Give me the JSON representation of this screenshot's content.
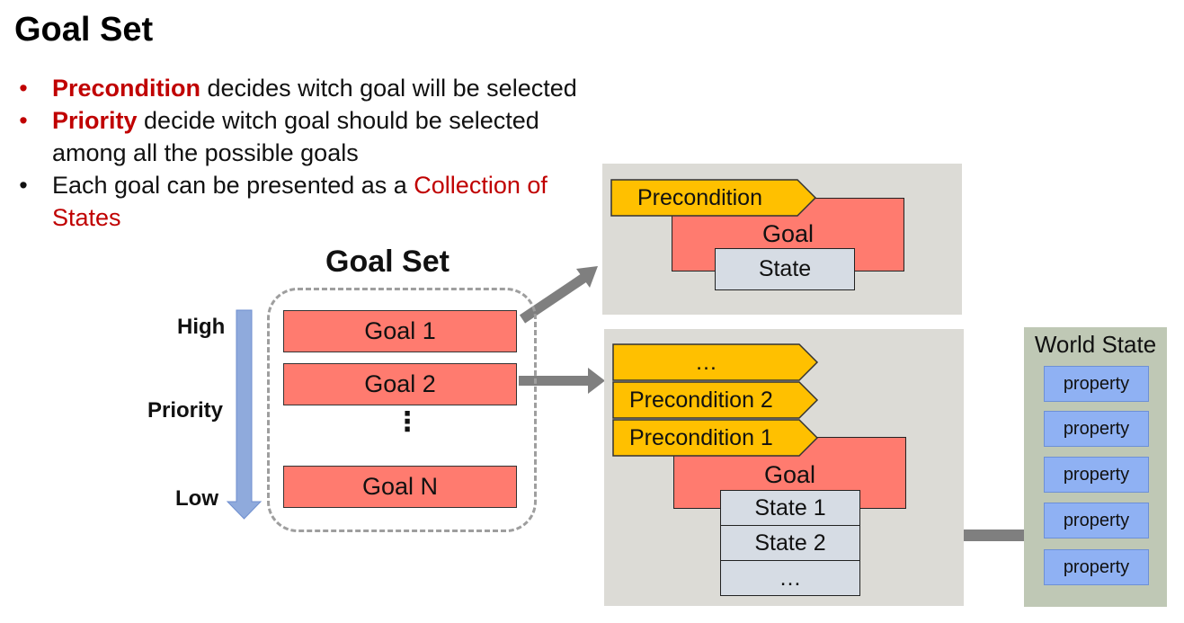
{
  "title": "Goal Set",
  "bullets": [
    {
      "highlight": "Precondition",
      "text": " decides witch goal will be selected"
    },
    {
      "highlight": "Priority",
      "text": " decide witch goal should be selected among all the possible goals"
    },
    {
      "text": "Each goal can be presented as a ",
      "tail": "Collection of States"
    }
  ],
  "goal_set": {
    "title": "Goal Set",
    "goals": [
      "Goal 1",
      "Goal 2",
      "Goal N"
    ],
    "ellipsis": "⋮"
  },
  "priority": {
    "high": "High",
    "label": "Priority",
    "low": "Low"
  },
  "detail_top": {
    "precondition": "Precondition",
    "goal": "Goal",
    "state": "State"
  },
  "detail_bottom": {
    "preconditions": [
      "…",
      "Precondition 2",
      "Precondition 1"
    ],
    "goal": "Goal",
    "states": [
      "State 1",
      "State 2",
      "…"
    ]
  },
  "world_state": {
    "title": "World State",
    "properties": [
      "property",
      "property",
      "property",
      "property",
      "property"
    ]
  },
  "colors": {
    "goal": "#ff7b6f",
    "precondition": "#ffc000",
    "state": "#d6dce4",
    "property": "#8fb1f3",
    "accent": "#c00000",
    "panel": "#dcdbd6",
    "world": "#bfc8b5",
    "arrow": "#7f7f7f",
    "priority_arrow": "#8faadc"
  }
}
